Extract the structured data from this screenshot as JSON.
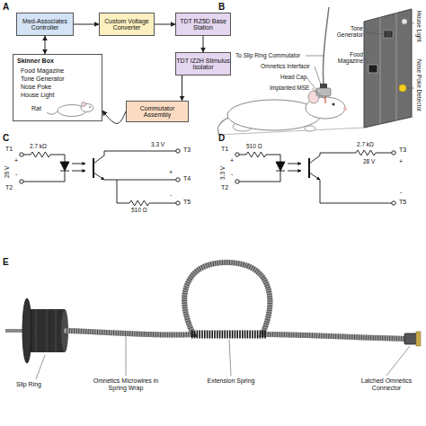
{
  "diagram": {
    "nodes": [
      {
        "text": [
          "Med-Associates Controller"
        ]
      },
      {
        "text": [
          "Custom Voltage Converter"
        ]
      },
      {
        "text": [
          "TDT RZ5D Base Station"
        ]
      },
      {
        "text": [
          "TDT IZ2H Stimulus Isolator"
        ]
      },
      {
        "text": [
          "Skinner Box",
          "Food Magazine",
          "Tone Generator",
          "Nose Poke",
          "House Light",
          "Rat"
        ]
      },
      {
        "text": [
          "Commutator Assembly"
        ]
      }
    ],
    "edges": [
      {
        "from": 0,
        "to": 1,
        "arrow": "to"
      },
      {
        "from": 1,
        "to": 2,
        "arrow": "to"
      },
      {
        "from": 0,
        "to": 4,
        "arrow": "both"
      },
      {
        "from": 2,
        "to": 3,
        "arrow": "to"
      },
      {
        "from": 3,
        "to": 5,
        "arrow": "to"
      },
      {
        "from": 5,
        "to": 4,
        "arrow": "to"
      }
    ],
    "labels": [
      "A",
      "B",
      "Tone Generator",
      "House Light",
      "Food Magazine",
      "To Slip Ring Commutator",
      "Omnetics Interface",
      "Head Cap",
      "Nose Poke Detector",
      "Implanted MSE",
      "C",
      "T1",
      "+",
      "2.7 kΩ",
      "28 V",
      "-",
      "T2",
      "3.3 V",
      "T3",
      "+",
      "T4",
      "-",
      "T5",
      "510 Ω",
      "D",
      "T1",
      "+",
      "510 Ω",
      "3.3 V",
      "-",
      "T2",
      "2.7 kΩ",
      "T3",
      "28 V",
      "+",
      "-",
      "T5",
      "E",
      "Slip Ring",
      "Omnetics Microwires in Spring Wrap",
      "Extension Spring",
      "Latched Omnetics Connector"
    ]
  }
}
